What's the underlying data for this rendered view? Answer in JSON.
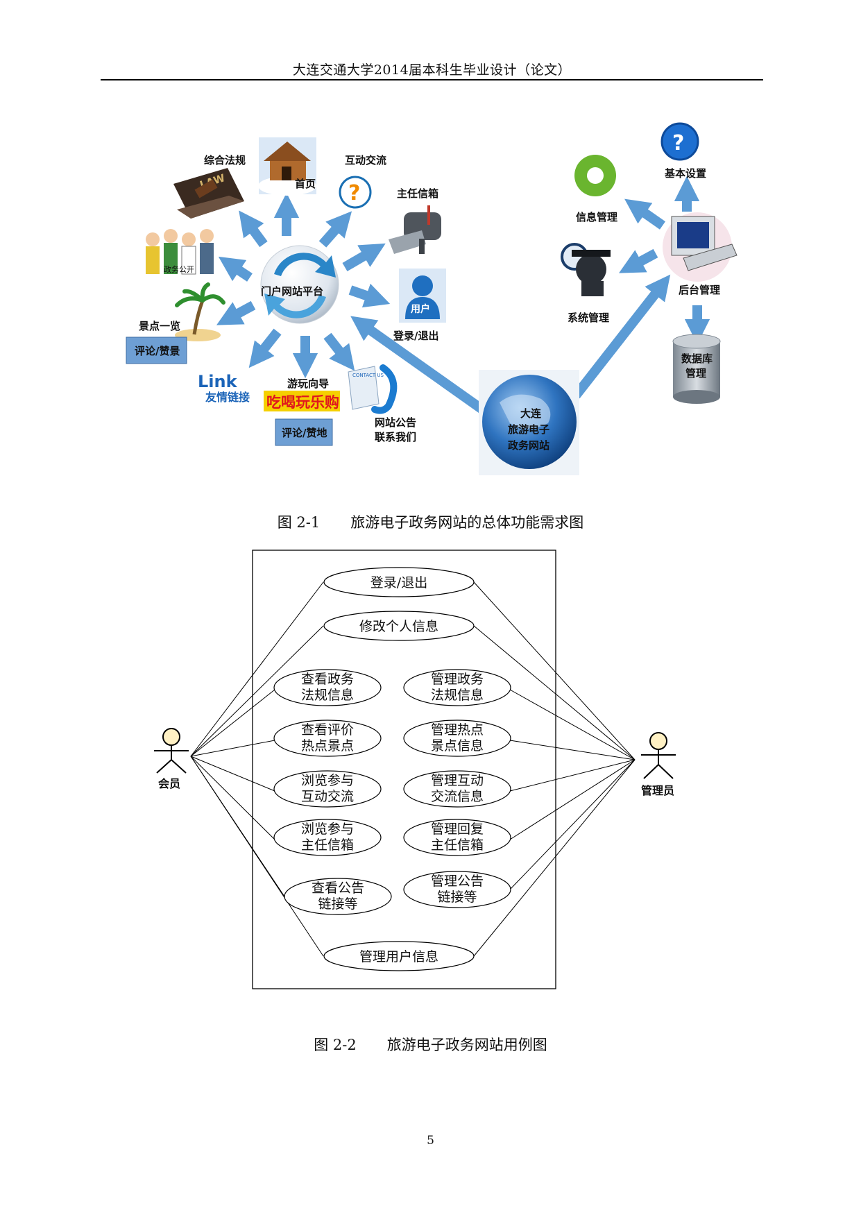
{
  "header": {
    "title": "大连交通大学2014届本科生毕业设计（论文）"
  },
  "figure1": {
    "caption_num": "图 2-1",
    "caption_text": "旅游电子政务网站的总体功能需求图",
    "hub": "门户网站平台",
    "center_lines": [
      "大连",
      "旅游电子",
      "政务网站"
    ],
    "nodes": {
      "laws": "综合法规",
      "laws_book": "LAW",
      "home": "首页",
      "interact": "互动交流",
      "mailbox": "主任信箱",
      "gov_open": "政务公开",
      "user": "用户",
      "login": "登录/退出",
      "scenic": "景点一览",
      "scenic_box": "评论/赞景",
      "link_logo": "Link",
      "link_text": "友情链接",
      "tour": "游玩向导",
      "tour_banner": "吃喝玩乐购",
      "tour_box": "评论/赞地",
      "contact_card": "CONTACT US",
      "notice": "网站公告",
      "contact": "联系我们",
      "backend": "后台管理",
      "basic": "基本设置",
      "info": "信息管理",
      "system": "系统管理",
      "db_lines": [
        "数据库",
        "管理"
      ]
    },
    "colors": {
      "arrow": "#5b9bd5",
      "box": "#6e9fd4",
      "globe": "#1f5fa8"
    }
  },
  "figure2": {
    "caption_num": "图 2-2",
    "caption_text": "旅游电子政务网站用例图",
    "actor_left": "会员",
    "actor_right": "管理员",
    "usecases": {
      "login": [
        "登录/退出"
      ],
      "modify": [
        "修改个人信息"
      ],
      "view_law": [
        "查看政务",
        "法规信息"
      ],
      "view_rate": [
        "查看评价",
        "热点景点"
      ],
      "browse_int": [
        "浏览参与",
        "互动交流"
      ],
      "browse_mail": [
        "浏览参与",
        "主任信箱"
      ],
      "view_notice": [
        "查看公告",
        "链接等"
      ],
      "mng_law": [
        "管理政务",
        "法规信息"
      ],
      "mng_spot": [
        "管理热点",
        "景点信息"
      ],
      "mng_int": [
        "管理互动",
        "交流信息"
      ],
      "mng_mail": [
        "管理回复",
        "主任信箱"
      ],
      "mng_notice": [
        "管理公告",
        "链接等"
      ],
      "mng_user": [
        "管理用户信息"
      ]
    }
  },
  "page_number": "5"
}
